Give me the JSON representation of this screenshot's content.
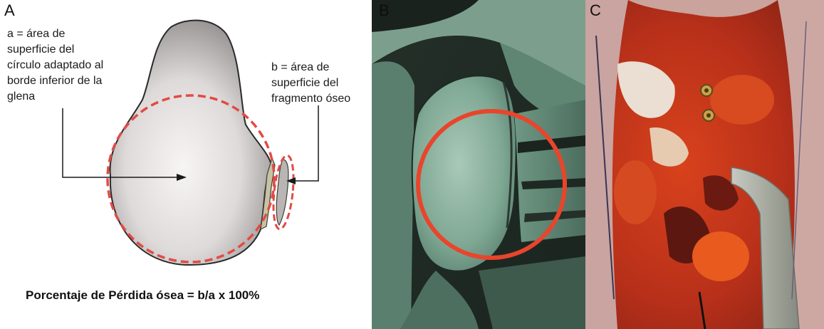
{
  "panel_a": {
    "letter": "A",
    "label_a": [
      "a = área de",
      "superficie del",
      "círculo adaptado al",
      "borde inferior de la",
      "glena"
    ],
    "label_b": [
      "b = área de",
      "superficie del",
      "fragmento óseo"
    ],
    "formula": "Porcentaje de Pérdida ósea = b/a x 100%"
  },
  "panel_b": {
    "letter": "B"
  },
  "panel_c": {
    "letter": "C"
  },
  "colors": {
    "dashed_circle": "#e24a45",
    "ct_circle": "#e8452c",
    "bone_ct": "#7fa894",
    "surgical_tissue": "#c2361a"
  }
}
